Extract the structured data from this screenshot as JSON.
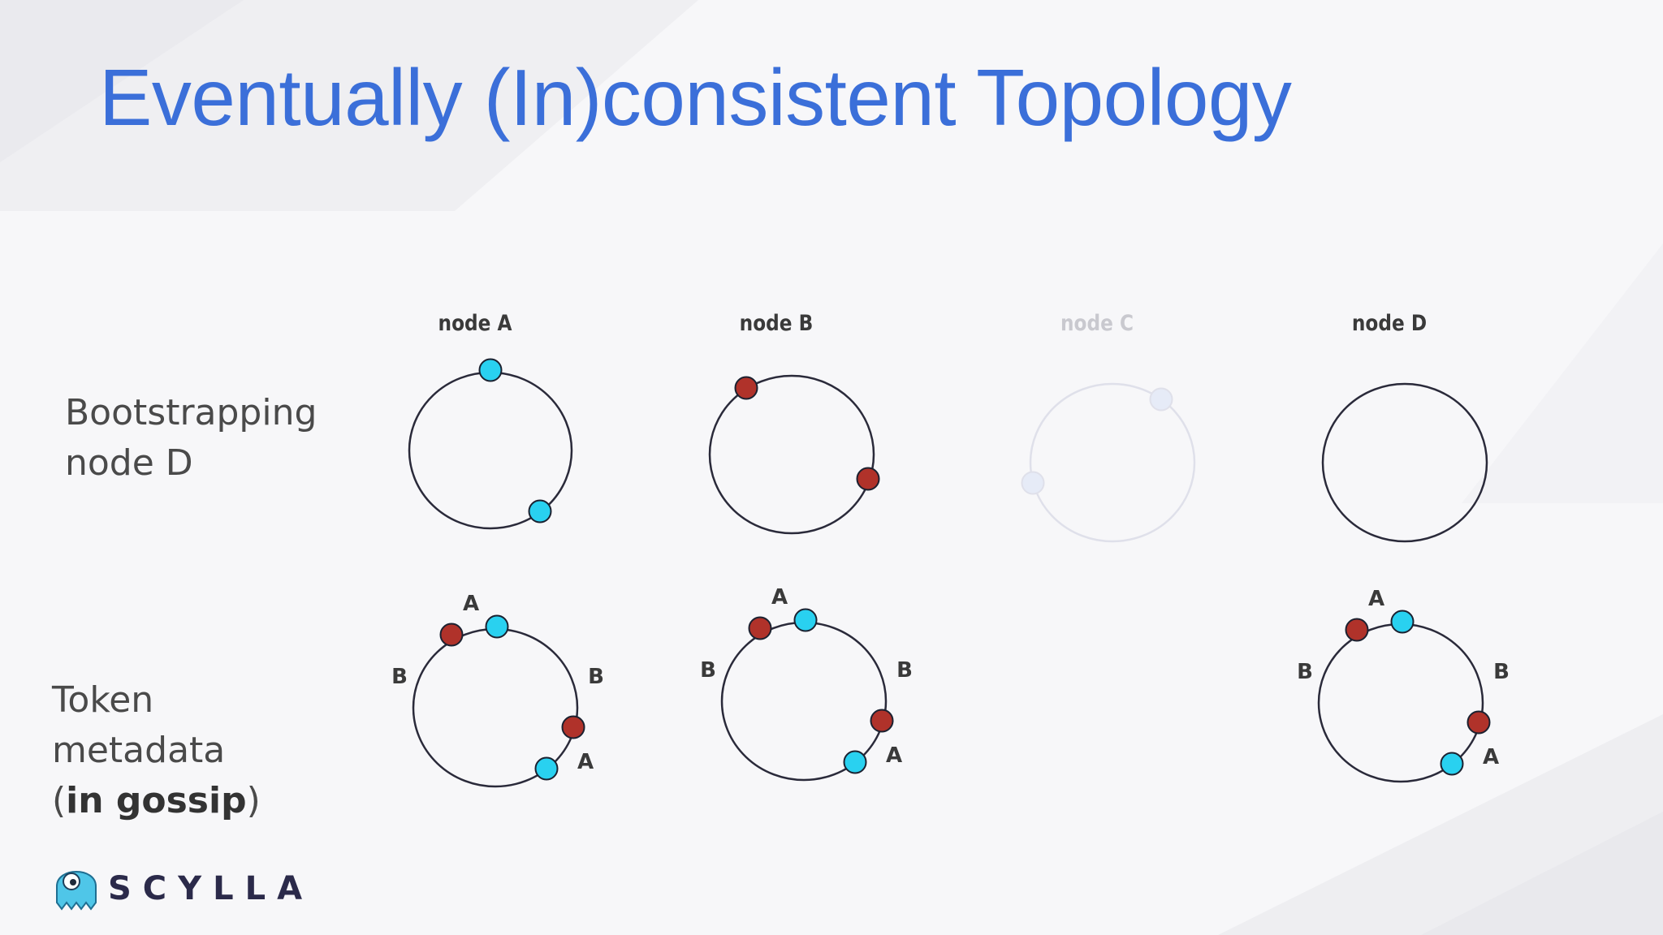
{
  "title": "Eventually (In)consistent Topology",
  "row_labels": {
    "bootstrapping": [
      "Bootstrapping",
      "node D"
    ],
    "token_metadata": [
      "Token",
      "metadata"
    ],
    "token_metadata_paren_open": "(",
    "token_metadata_bold": "in gossip",
    "token_metadata_paren_close": ")"
  },
  "nodes": [
    {
      "label": "node A",
      "faded": false
    },
    {
      "label": "node B",
      "faded": false
    },
    {
      "label": "node C",
      "faded": true
    },
    {
      "label": "node D",
      "faded": false
    }
  ],
  "colors": {
    "title": "#3b6fd9",
    "token_a": "#29d1f0",
    "token_b": "#b0322a",
    "ring": "#2a2a3a",
    "faded": "#dfe0ea"
  },
  "token_labels": {
    "a": "A",
    "b": "B"
  },
  "logo": {
    "text": "SCYLLA",
    "icon": "scylla-octopus-icon"
  }
}
